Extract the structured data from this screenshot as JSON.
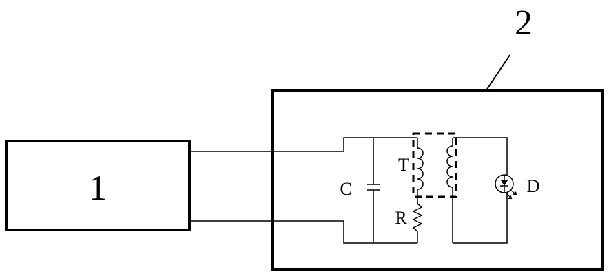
{
  "diagram": {
    "labels": {
      "block_1": "1",
      "block_2": "2",
      "capacitor": "C",
      "transformer": "T",
      "resistor": "R",
      "diode": "D"
    },
    "colors": {
      "line": "#000000",
      "background": "#ffffff"
    }
  }
}
